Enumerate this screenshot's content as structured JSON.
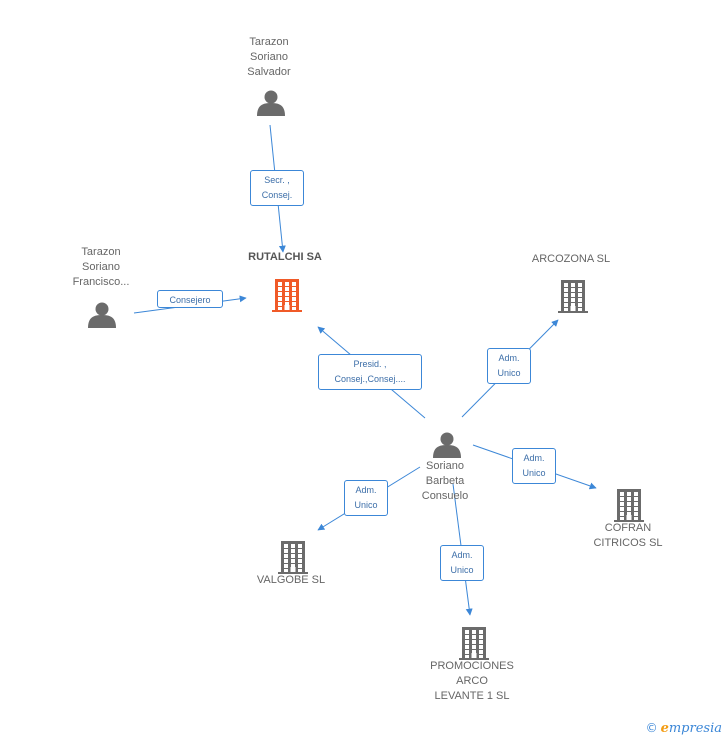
{
  "colors": {
    "edge": "#3c87d7",
    "person": "#6b6b6b",
    "company": "#6b6b6b",
    "focus_company": "#f05a28"
  },
  "nodes": {
    "tarazon_salvador": {
      "type": "person",
      "icon": "person-icon",
      "label": [
        "Tarazon",
        "Soriano",
        "Salvador"
      ]
    },
    "tarazon_francisco": {
      "type": "person",
      "icon": "person-icon",
      "label": [
        "Tarazon",
        "Soriano",
        "Francisco..."
      ]
    },
    "rutalchi": {
      "type": "company",
      "icon": "building-icon",
      "focus": true,
      "label": [
        "RUTALCHI SA"
      ]
    },
    "arcozona": {
      "type": "company",
      "icon": "building-icon",
      "label": [
        "ARCOZONA SL"
      ]
    },
    "soriano_consuelo": {
      "type": "person",
      "icon": "person-icon",
      "label": [
        "Soriano",
        "Barbeta",
        "Consuelo"
      ]
    },
    "cofran": {
      "type": "company",
      "icon": "building-icon",
      "label": [
        "COFRAN",
        "CITRICOS SL"
      ]
    },
    "valgobe": {
      "type": "company",
      "icon": "building-icon",
      "label": [
        "VALGOBE SL"
      ]
    },
    "promociones": {
      "type": "company",
      "icon": "building-icon",
      "label": [
        "PROMOCIONES",
        "ARCO",
        "LEVANTE 1 SL"
      ]
    }
  },
  "edges": [
    {
      "from": "tarazon_salvador",
      "to": "rutalchi",
      "label": [
        "Secr. ,",
        "Consej."
      ]
    },
    {
      "from": "tarazon_francisco",
      "to": "rutalchi",
      "label": [
        "Consejero"
      ]
    },
    {
      "from": "soriano_consuelo",
      "to": "rutalchi",
      "label": [
        "Presid. ,",
        "Consej.,Consej...."
      ]
    },
    {
      "from": "soriano_consuelo",
      "to": "arcozona",
      "label": [
        "Adm.",
        "Unico"
      ]
    },
    {
      "from": "soriano_consuelo",
      "to": "cofran",
      "label": [
        "Adm.",
        "Unico"
      ]
    },
    {
      "from": "soriano_consuelo",
      "to": "valgobe",
      "label": [
        "Adm.",
        "Unico"
      ]
    },
    {
      "from": "soriano_consuelo",
      "to": "promociones",
      "label": [
        "Adm.",
        "Unico"
      ]
    }
  ],
  "footer": {
    "copyright": "©",
    "brand_initial": "e",
    "brand_rest": "mpresia"
  }
}
